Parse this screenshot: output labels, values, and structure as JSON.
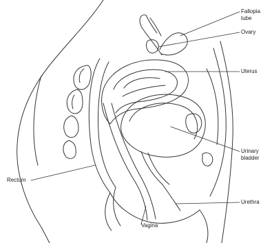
{
  "labels": {
    "fallopian_line1": "Fallopia",
    "fallopian_line2": "tube",
    "ovary": "Ovary",
    "uterus": "Uterus",
    "bladder_line1": "Urinary",
    "bladder_line2": "bladder",
    "urethra": "Urethra",
    "rectum": "Rectum",
    "vagina": "Vagina"
  },
  "colors": {
    "line": "#333333",
    "text": "#1a1a1a",
    "background": "#ffffff"
  }
}
